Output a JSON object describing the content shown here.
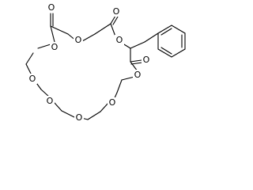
{
  "structure": {
    "atoms": {
      "carbonyl_o_top_left": "O",
      "ether_o_top_center": "O",
      "carbonyl_o_top_right": "O",
      "ester_o_upper": "O",
      "ester_o_left": "O",
      "carbonyl_o_right": "O",
      "ester_o_right": "O",
      "ether_o_left": "O",
      "ether_o_lower_left": "O",
      "ether_o_bottom": "O",
      "ether_o_lower_right": "O"
    },
    "substituent": "benzyl",
    "ring_type": "crown-ether-ester macrocycle"
  }
}
